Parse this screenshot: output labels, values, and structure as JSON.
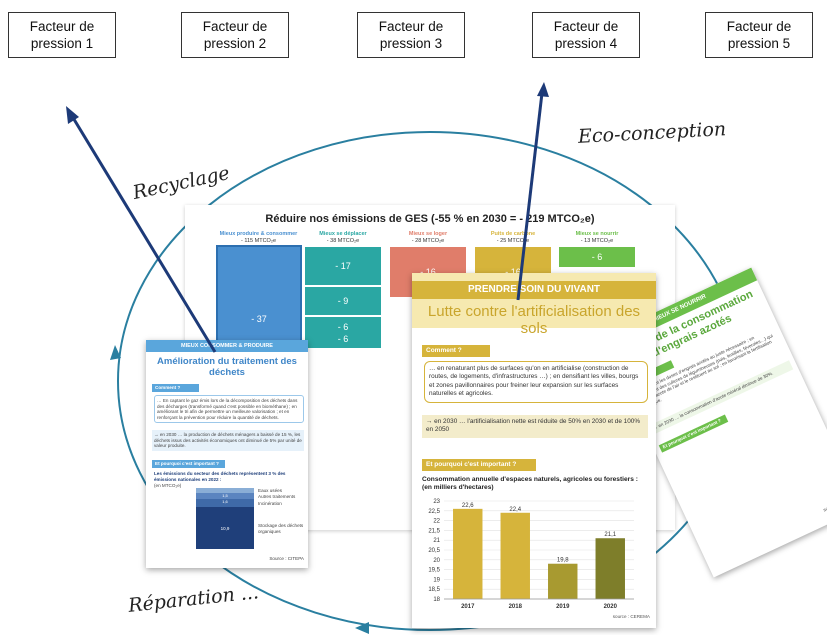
{
  "pressure_boxes": [
    "Facteur de pression 1",
    "Facteur de pression 2",
    "Facteur de pression 3",
    "Facteur de pression 4",
    "Facteur de pression 5"
  ],
  "cycle_labels": {
    "ecoconception": "Eco-conception",
    "recyclage": "Recyclage",
    "reparation": "Réparation ..."
  },
  "ges": {
    "title": "Réduire nos émissions de GES (-55 % en 2030 = - 219 MTCO₂e)",
    "columns": [
      {
        "name": "Mieux produire & consommer",
        "total": "- 115 MTCO₂e",
        "color": "#4a90d0"
      },
      {
        "name": "Mieux se déplacer",
        "total": "- 38 MTCO₂e",
        "color": "#2aa7a3"
      },
      {
        "name": "Mieux se loger",
        "total": "- 28 MTCO₂e",
        "color": "#e07d6a"
      },
      {
        "name": "Puits de carbone",
        "total": "- 25 MTCO₂e",
        "color": "#d6b43b"
      },
      {
        "name": "Mieux se nourrir",
        "total": "- 13 MTCO₂e",
        "color": "#6cbf4a"
      }
    ],
    "values": {
      "produire": "- 37",
      "deplacer": [
        "- 17",
        "- 9",
        "- 6",
        "- 6"
      ],
      "loger": "- 16",
      "puits": "- 16",
      "nourrir": "- 6"
    }
  },
  "card_dechets": {
    "banner": "MIEUX CONSOMMER & PRODUIRE",
    "title": "Amélioration du traitement des déchets",
    "comment": "Comment ?",
    "text": "… En captant le gaz émis lors de la décomposition des déchets dans des décharges (transformé quand c'est possible en biométhane) ; en améliorant le tri afin de permettre un meilleure valorisation ; et en renforçant la prévention pour réduire la quantité de déchets.",
    "goal": "→ en 2030 … la production de déchets ménagers a baissé de 15 %, les déchets issus des activités économiques ont diminué de 5% par unité de valeur produite.",
    "why": "Et pourquoi c'est important ?",
    "emissions": "Les émissions du secteur des déchets représentent 3 % des émissions nationales en 2022 :",
    "unit": "(en MTCO₂e)",
    "bar_labels": [
      "Eaux usées",
      "Autres traitements",
      "Incinération",
      "Stockage des déchets organiques"
    ],
    "bar_values": [
      "1,5",
      "1,6",
      "10,9"
    ],
    "source": "Source : CITEPA"
  },
  "card_vivant": {
    "banner": "PRENDRE SOIN DU VIVANT",
    "title": "Lutte contre l'artificialisation des sols",
    "comment": "Comment ?",
    "text": "… en renaturant plus de surfaces qu'on en artificialise (construction de routes, de logements, d'infrastructures …) ; en densifiant les villes, bourgs et zones pavillonnaires pour freiner leur expansion sur les surfaces naturelles et agricoles.",
    "goal": "→ en 2030 … l'artificialisation nette est réduite de 50% en 2030 et de 100% en 2050",
    "why": "Et pourquoi c'est important ?",
    "source": "source : CEREMA"
  },
  "card_nourrir": {
    "banner": "MIEUX SE NOURRIR",
    "title": "Baisse de la consommation d'engrais azotés",
    "comment": "Comment ?",
    "text": "… en limitant les doses d'engrais azotés au juste nécessaire ; en introduisant des cultures de légumineuses (pois, lentilles, féveroles…) qui captent l'azote de l'air et le restituent au sol ; en favorisant la fertilisation organique.",
    "goal": "→ en 2030 … la consommation d'azote minéral diminue de 30%.",
    "why": "Et pourquoi c'est important ?",
    "source": "source : SDES"
  },
  "chart_data": {
    "type": "bar",
    "title": "Consommation annuelle d'espaces naturels, agricoles ou forestiers : (en milliers d'hectares)",
    "categories": [
      "2017",
      "2018",
      "2019",
      "2020"
    ],
    "values": [
      22.6,
      22.4,
      19.8,
      21.1
    ],
    "value_labels": [
      "22,6",
      "22,4",
      "19,8",
      "21,1"
    ],
    "colors": [
      "#d6b43b",
      "#d6b43b",
      "#a89a30",
      "#7e7e2a"
    ],
    "ylim": [
      18,
      23
    ],
    "yticks": [
      "18",
      "18,5",
      "19",
      "19,5",
      "20",
      "20,5",
      "21",
      "21,5",
      "22",
      "22,5",
      "23"
    ]
  }
}
